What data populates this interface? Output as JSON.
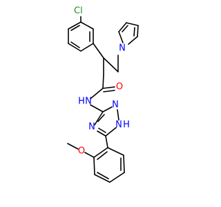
{
  "colors": {
    "background": "#ffffff",
    "bond": "#000000",
    "chlorine": "#1f8f1f",
    "nitrogen": "#0000ff",
    "oxygen": "#ff0000",
    "carbon": "#000000"
  },
  "atom_labels": {
    "chlorine": "Cl",
    "nitrogen_pyrrole": "N",
    "oxygen_carbonyl": "O",
    "nitrogen_amide": "N",
    "hydrogen_amide": "H",
    "nitrogen_triazole_n2": "N",
    "nitrogen_triazole_n4": "N",
    "nitrogen_triazole_n1": "N",
    "hydrogen_triazole": "H",
    "oxygen_methoxy": "O"
  }
}
